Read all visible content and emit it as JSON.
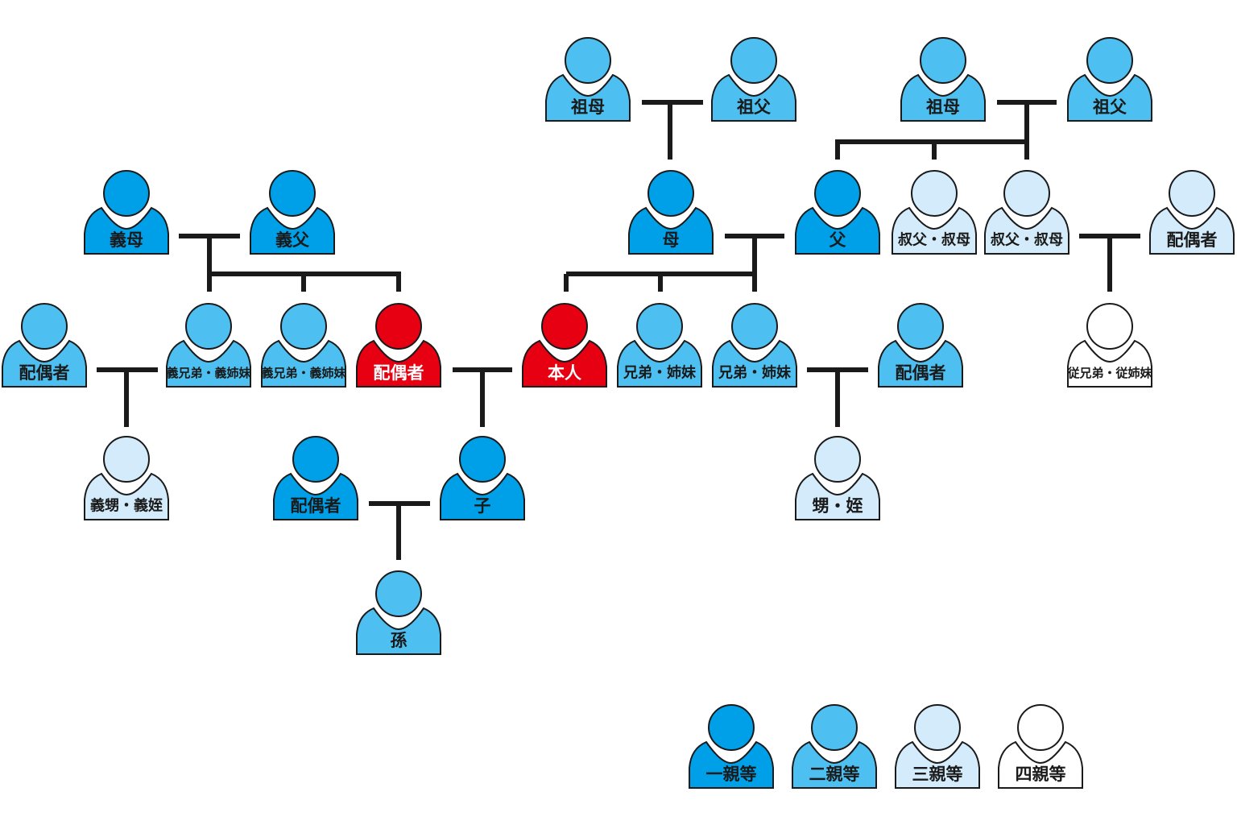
{
  "colors": {
    "self": "#e60012",
    "degree1": "#00a0e9",
    "degree2": "#4dbff0",
    "degree3": "#d3ebfa",
    "degree4": "#ffffff",
    "outline": "#1a1a1a"
  },
  "people": [
    {
      "id": "gm-m",
      "label": "祖母",
      "level": "degree2"
    },
    {
      "id": "gf-m",
      "label": "祖父",
      "level": "degree2"
    },
    {
      "id": "gm-p",
      "label": "祖母",
      "level": "degree2"
    },
    {
      "id": "gf-p",
      "label": "祖父",
      "level": "degree2"
    },
    {
      "id": "mil",
      "label": "義母",
      "level": "degree1"
    },
    {
      "id": "fil",
      "label": "義父",
      "level": "degree1"
    },
    {
      "id": "mother",
      "label": "母",
      "level": "degree1"
    },
    {
      "id": "father",
      "label": "父",
      "level": "degree1"
    },
    {
      "id": "uncle1",
      "label": "叔父・叔母",
      "level": "degree3"
    },
    {
      "id": "uncle2",
      "label": "叔父・叔母",
      "level": "degree3"
    },
    {
      "id": "uncle-spouse",
      "label": "配偶者",
      "level": "degree3"
    },
    {
      "id": "sil-spouse",
      "label": "配偶者",
      "level": "degree2"
    },
    {
      "id": "sil1",
      "label": "義兄弟・義姉妹",
      "level": "degree2"
    },
    {
      "id": "sil2",
      "label": "義兄弟・義姉妹",
      "level": "degree2"
    },
    {
      "id": "spouse",
      "label": "配偶者",
      "level": "self"
    },
    {
      "id": "self",
      "label": "本人",
      "level": "self"
    },
    {
      "id": "sib1",
      "label": "兄弟・姉妹",
      "level": "degree2"
    },
    {
      "id": "sib2",
      "label": "兄弟・姉妹",
      "level": "degree2"
    },
    {
      "id": "sib-spouse",
      "label": "配偶者",
      "level": "degree2"
    },
    {
      "id": "cousin",
      "label": "従兄弟・従姉妹",
      "level": "degree4"
    },
    {
      "id": "in-nephew",
      "label": "義甥・義姪",
      "level": "degree3"
    },
    {
      "id": "child-spouse",
      "label": "配偶者",
      "level": "degree1"
    },
    {
      "id": "child",
      "label": "子",
      "level": "degree1"
    },
    {
      "id": "nephew",
      "label": "甥・姪",
      "level": "degree3"
    },
    {
      "id": "grandchild",
      "label": "孫",
      "level": "degree2"
    }
  ],
  "legend": [
    {
      "label": "一親等",
      "level": "degree1"
    },
    {
      "label": "二親等",
      "level": "degree2"
    },
    {
      "label": "三親等",
      "level": "degree3"
    },
    {
      "label": "四親等",
      "level": "degree4"
    }
  ]
}
